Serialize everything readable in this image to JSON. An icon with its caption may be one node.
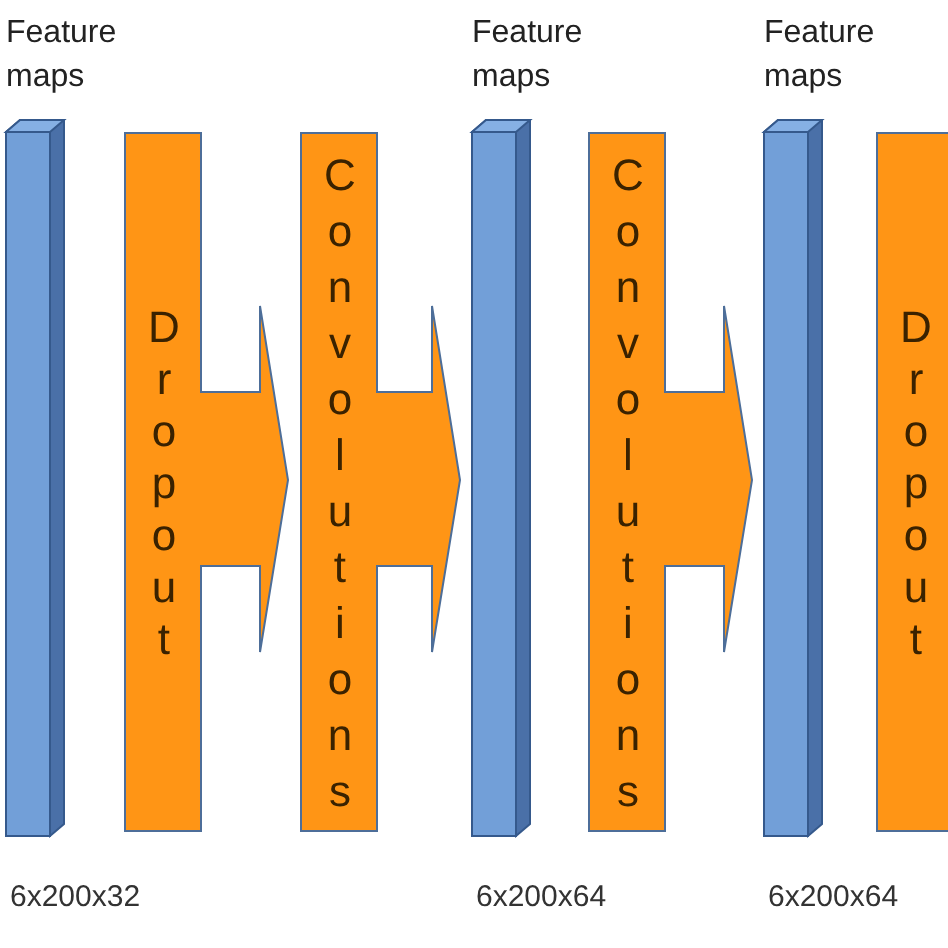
{
  "diagram": {
    "nodes": [
      {
        "text": [
          "Feature maps"
        ],
        "beside": [
          "6x200x32"
        ]
      },
      {
        "text": [
          "Dropout"
        ]
      },
      {
        "text": [
          "Convolutions"
        ]
      },
      {
        "text": [
          "Feature maps"
        ],
        "beside": [
          "6x200x64"
        ]
      },
      {
        "text": [
          "Convolutions"
        ]
      },
      {
        "text": [
          "Feature maps"
        ],
        "beside": [
          "6x200x64"
        ]
      },
      {
        "text": [
          "Dropout"
        ]
      }
    ],
    "edges": [
      {
        "from": 1,
        "to": 2,
        "arrow": "to"
      },
      {
        "from": 2,
        "to": 3,
        "arrow": "to"
      },
      {
        "from": 4,
        "to": 5,
        "arrow": "to"
      }
    ]
  }
}
